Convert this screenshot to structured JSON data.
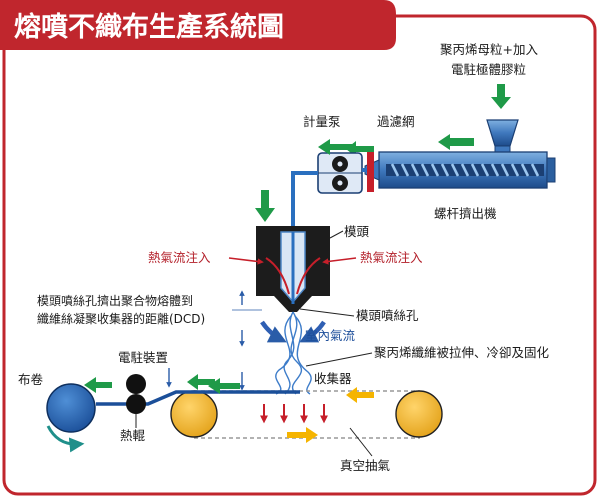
{
  "title": "熔噴不織布生產系統圖",
  "labels": {
    "material_line1": "聚丙烯母粒+加入",
    "material_line2": "電駐極體膠粒",
    "metering_pump": "計量泵",
    "filter_screen": "過濾網",
    "screw_extruder": "螺杆擠出機",
    "die_head": "模頭",
    "hot_air_left": "熱氣流注入",
    "hot_air_right": "熱氣流注入",
    "dcd_line1": "模頭噴絲孔擠出聚合物熔體到",
    "dcd_line2": "纖維絲凝聚收集器的距離(DCD)",
    "spinneret": "模頭噴絲孔",
    "room_air": "室內氣流",
    "fiber_process": "聚丙烯纖維被拉伸、冷卻及固化",
    "electret_device": "電駐裝置",
    "collector": "收集器",
    "winder": "布卷",
    "hot_roller": "熱輥",
    "vacuum": "真空抽氣"
  },
  "colors": {
    "title_bg": "#c0262d",
    "frame": "#c0262d",
    "machine_blue": "#4d86c6",
    "machine_dark": "#1b3f73",
    "melt_line": "#2a6fbf",
    "arrow_green": "#1f9a48",
    "arrow_red": "#c61f2a",
    "arrow_orange": "#f5b400",
    "roller_orange": "#eeb230",
    "die_black": "#1c1c1c",
    "room_air_blue": "#2f5fb3"
  }
}
